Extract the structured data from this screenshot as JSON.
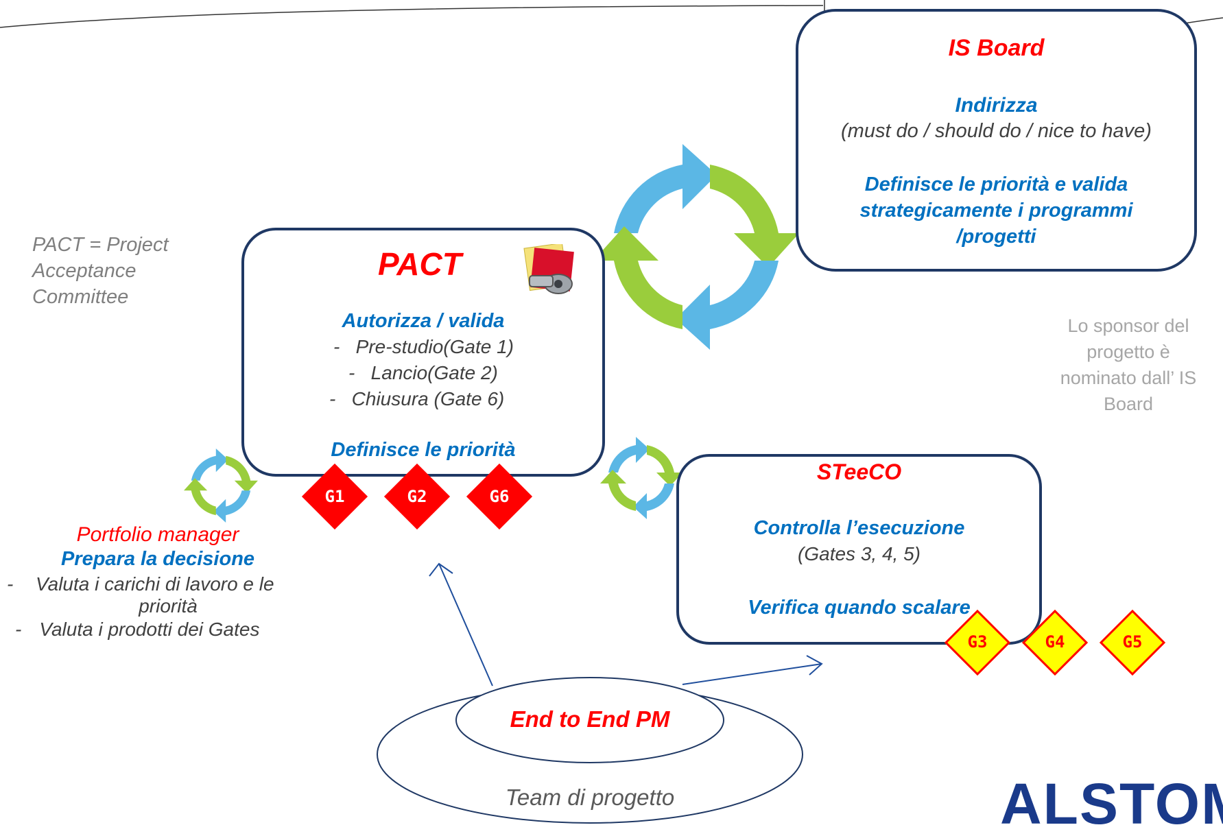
{
  "isboard": {
    "title": "IS Board",
    "heading": "Indirizza",
    "subheading": "(must do / should do / nice to have)",
    "body_lines": [
      "Definisce le priorità e valida",
      "strategicamente i programmi",
      "/progetti"
    ]
  },
  "pact": {
    "title": "PACT",
    "heading": "Autorizza / valida",
    "items": [
      "Pre-studio(Gate 1)",
      "Lancio(Gate 2)",
      "Chiusura (Gate 6)"
    ],
    "footer": "Definisce le priorità"
  },
  "pact_note": {
    "lines": [
      "PACT = Project",
      "Acceptance",
      "Committee"
    ]
  },
  "sponsor_note": {
    "lines": [
      "Lo sponsor del",
      "progetto è",
      "nominato dall’ IS",
      "Board"
    ]
  },
  "steeco": {
    "title": "STeeCO",
    "heading": "Controlla l’esecuzione",
    "subheading": "(Gates 3, 4, 5)",
    "footer": "Verifica quando scalare"
  },
  "portfolio": {
    "title": "Portfolio manager",
    "heading": "Prepara la decisione",
    "items": [
      "Valuta i carichi di lavoro e le",
      "priorità",
      "Valuta i prodotti dei Gates"
    ]
  },
  "gates": {
    "red": [
      "G1",
      "G2",
      "G6"
    ],
    "yellow": [
      "G3",
      "G4",
      "G5"
    ]
  },
  "e2e": {
    "title": "End to End PM",
    "team": "Team di progetto"
  },
  "logo": {
    "text": "ALSTOM"
  },
  "colors": {
    "arrow_blue": "#5bb7e5",
    "arrow_green": "#9acd3c",
    "box_border": "#1f3864",
    "title_red": "#ff0000",
    "text_blue": "#0070c0"
  },
  "icons": [
    "whistle-icon",
    "cycle-arrows-icon"
  ]
}
